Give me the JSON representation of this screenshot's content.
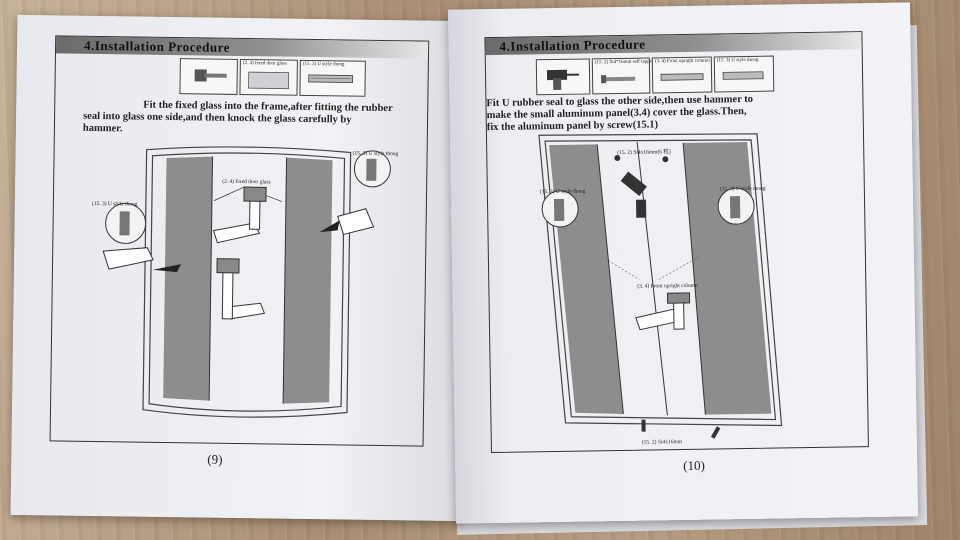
{
  "left_page": {
    "header": "4.Installation Procedure",
    "parts": [
      {
        "label": ""
      },
      {
        "label": "(2. 4)  fixed door glass"
      },
      {
        "label": "(15. 3) U style thong"
      }
    ],
    "instruction": {
      "line1": "Fit the fixed glass into the frame,after fitting the rubber",
      "line2": "seal into glass one side,and then knock the glass carefully by",
      "line3": "hammer."
    },
    "callouts": {
      "fixed_glass": "(2. 4) fixed door glass",
      "u_thong_left": "(15. 3) U style thong",
      "u_thong_right": "(15. 3) U style thong"
    },
    "page_number": "(9)"
  },
  "right_page": {
    "header": "4.Installation Procedure",
    "parts": [
      {
        "label": ""
      },
      {
        "label": "(15. 2) St4*16mm self tapping screw"
      },
      {
        "label": "(3. 4) Front upright column"
      },
      {
        "label": "(15. 3) U style thong"
      }
    ],
    "instruction": {
      "line1": "Fit U rubber seal to glass the other side,then use hammer to",
      "line2": "make the small aluminum panel(3.4) cover the glass.Then,",
      "line3": "fix the aluminum panel by screw(15.1)"
    },
    "callouts": {
      "screw_top": "(15. 2) St4x16mm(6 粒)",
      "u_thong_left": "(15. 3) U style thong",
      "u_thong_right": "(15. 3) U style thong",
      "front_column": "(3. 4) Front upright column",
      "screw_bottom": "(15. 2) St4x16mm"
    },
    "page_number": "(10)"
  }
}
